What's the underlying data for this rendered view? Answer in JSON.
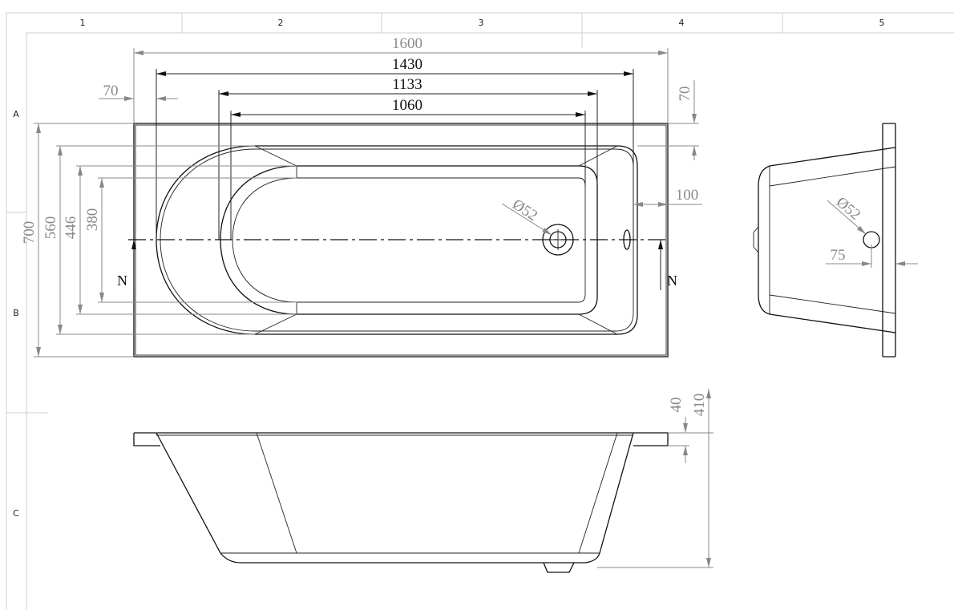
{
  "sheet": {
    "columns": [
      "1",
      "2",
      "3",
      "4",
      "5"
    ],
    "rows": [
      "A",
      "B",
      "C"
    ]
  },
  "top_view": {
    "dims": {
      "overall_length": "1600",
      "rim_inner_length": "1430",
      "basin_length": "1133",
      "floor_length": "1060",
      "left_rim": "70",
      "right_rim": "70",
      "overflow_offset": "100",
      "overall_width": "700",
      "rim_inner_width": "560",
      "basin_width": "446",
      "floor_width": "380",
      "drain_diameter": "Ø52"
    },
    "section_marker": "N"
  },
  "end_view": {
    "dims": {
      "hole_diameter": "Ø52",
      "hole_offset": "75"
    }
  },
  "side_view": {
    "dims": {
      "rim_thickness": "40",
      "overall_height": "410"
    }
  },
  "colors": {
    "line": "#111111",
    "dimension": "#888888",
    "frame": "#cfcfcf"
  }
}
